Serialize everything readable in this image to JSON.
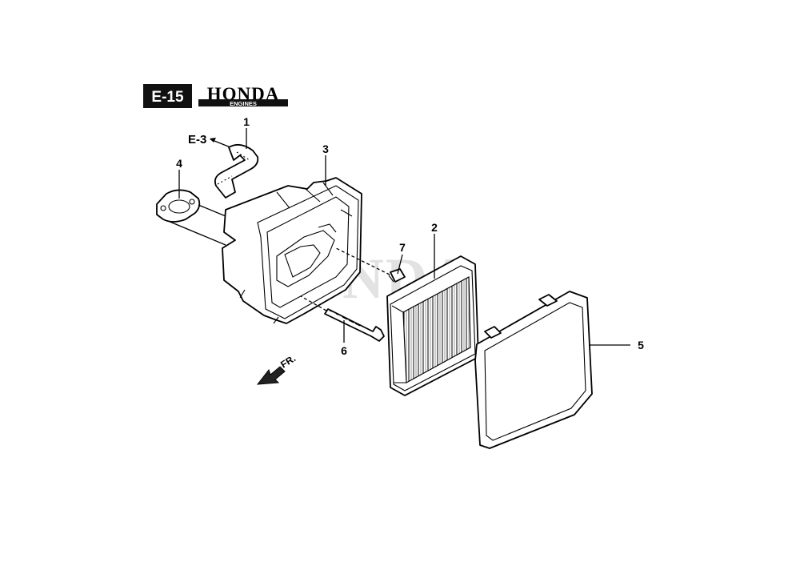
{
  "header": {
    "section_code": "E-15",
    "brand": "HONDA",
    "brand_sub": "ENGINES"
  },
  "watermark": "HONDA",
  "reference": "E-3",
  "direction_label": "FR.",
  "callouts": {
    "p1": "1",
    "p2": "2",
    "p3": "3",
    "p4": "4",
    "p5": "5",
    "p6": "6",
    "p7": "7"
  }
}
